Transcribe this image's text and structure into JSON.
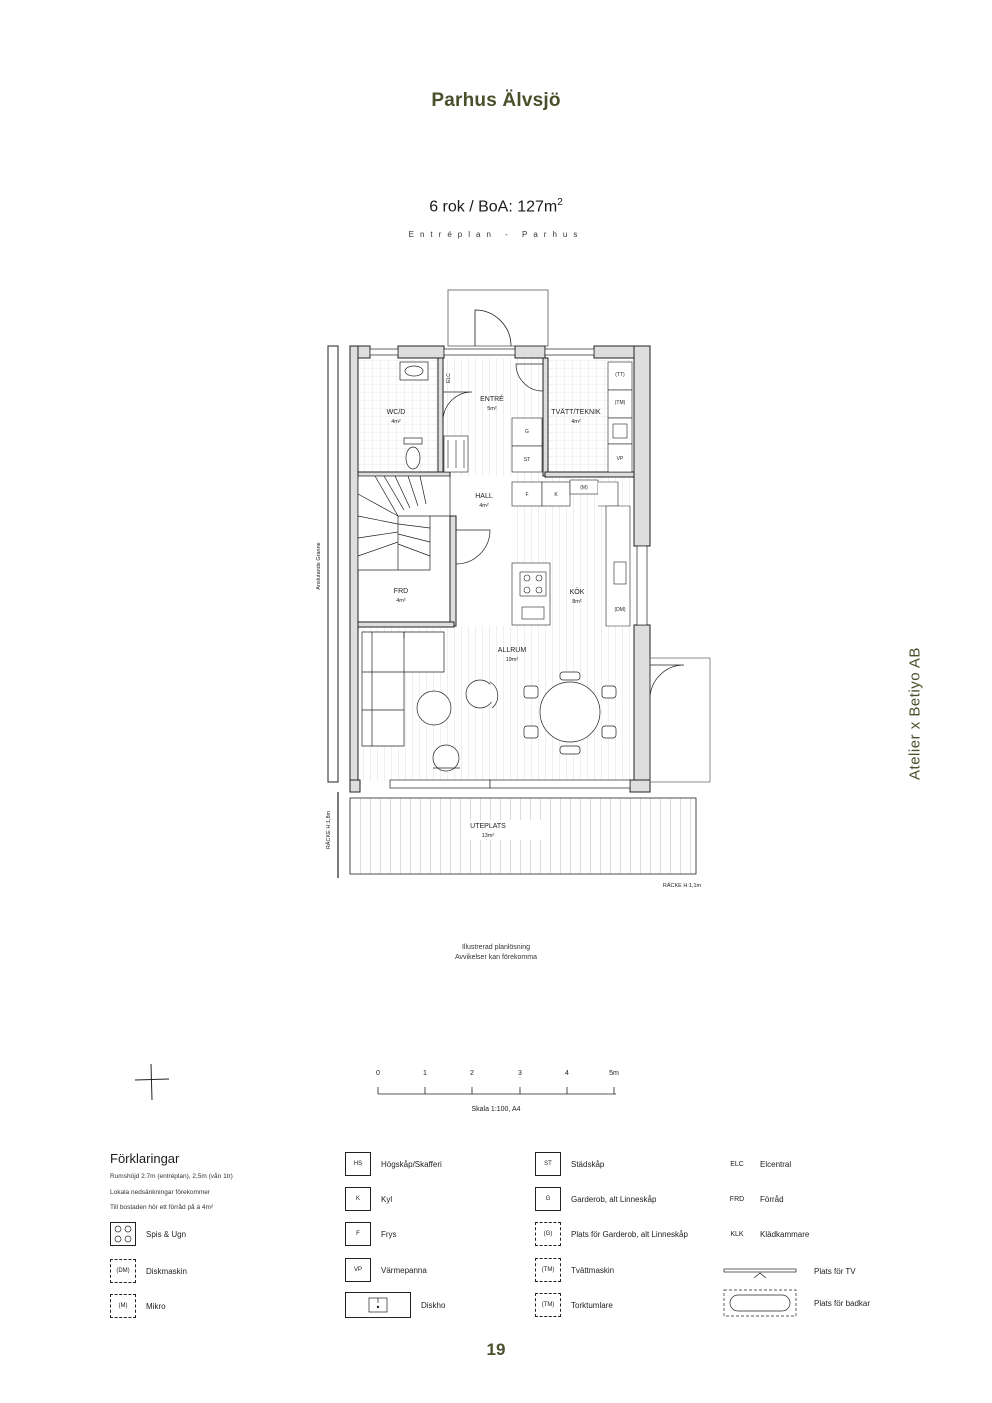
{
  "header": {
    "title": "Parhus Älvsjö",
    "subtitle": "6 rok / BoA: 127m",
    "subtitle_sup": "2",
    "plan_name": "Entréplan - Parhus"
  },
  "side_brand": "Atelier x Betiyo AB",
  "rooms": {
    "wc": {
      "name": "WC/D",
      "area": "4m²"
    },
    "entre": {
      "name": "ENTRÉ",
      "area": "5m²"
    },
    "tvatt": {
      "name": "TVÄTT/TEKNIK",
      "area": "4m²"
    },
    "hall": {
      "name": "HALL",
      "area": "4m²"
    },
    "frd": {
      "name": "FRD",
      "area": "4m²"
    },
    "kok": {
      "name": "KÖK",
      "area": "8m²"
    },
    "allrum": {
      "name": "ALLRUM",
      "area": "19m²"
    },
    "uteplats": {
      "name": "UTEPLATS",
      "area": "13m²"
    }
  },
  "fixtures": {
    "elc": "ELC",
    "g": "G",
    "st": "ST",
    "tt": "(TT)",
    "tm": "(TM)",
    "vp": "VP",
    "f": "F",
    "k": "K",
    "m": "(M)",
    "dm": "(DM)"
  },
  "plan_annotations": {
    "neighbour": "Anslutande Granne",
    "railing_left": "RÄCKE H:1,8m",
    "railing_right": "RÄCKE H:1,1m"
  },
  "disclaimer": {
    "line1": "Illustrerad planlösning",
    "line2": "Avvikelser kan förekomma"
  },
  "scale": {
    "ticks": [
      "0",
      "1",
      "2",
      "3",
      "4",
      "5m"
    ],
    "label": "Skala 1:100, A4"
  },
  "legend": {
    "title": "Förklaringar",
    "notes": [
      "Rumshöjd 2.7m (entréplan), 2,5m (vån 1tr)",
      "Lokala nedsänkningar förekommer",
      "Till bostaden hör ett förråd på á    4m²"
    ],
    "col1": [
      {
        "code": "",
        "label": "Spis & Ugn"
      },
      {
        "code": "(DM)",
        "label": "Diskmaskin"
      },
      {
        "code": "(M)",
        "label": "Mikro"
      }
    ],
    "col2": [
      {
        "code": "HS",
        "label": "Högskåp/Skafferi"
      },
      {
        "code": "K",
        "label": "Kyl"
      },
      {
        "code": "F",
        "label": "Frys"
      },
      {
        "code": "VP",
        "label": "Värmepanna"
      },
      {
        "code": "",
        "label": "Diskho"
      }
    ],
    "col3": [
      {
        "code": "ST",
        "label": "Städskåp"
      },
      {
        "code": "G",
        "label": "Garderob, alt Linneskåp"
      },
      {
        "code": "(G)",
        "label": "Plats för Garderob, alt Linneskåp"
      },
      {
        "code": "(TM)",
        "label": "Tvättmaskin"
      },
      {
        "code": "(TM)",
        "label": "Torktumlare"
      }
    ],
    "col4": [
      {
        "code": "ELC",
        "label": "Elcentral"
      },
      {
        "code": "FRD",
        "label": "Förråd"
      },
      {
        "code": "KLK",
        "label": "Klädkammare"
      },
      {
        "code": "",
        "label": "Plats för TV"
      },
      {
        "code": "",
        "label": "Plats för badkar"
      }
    ]
  },
  "page_number": "19"
}
